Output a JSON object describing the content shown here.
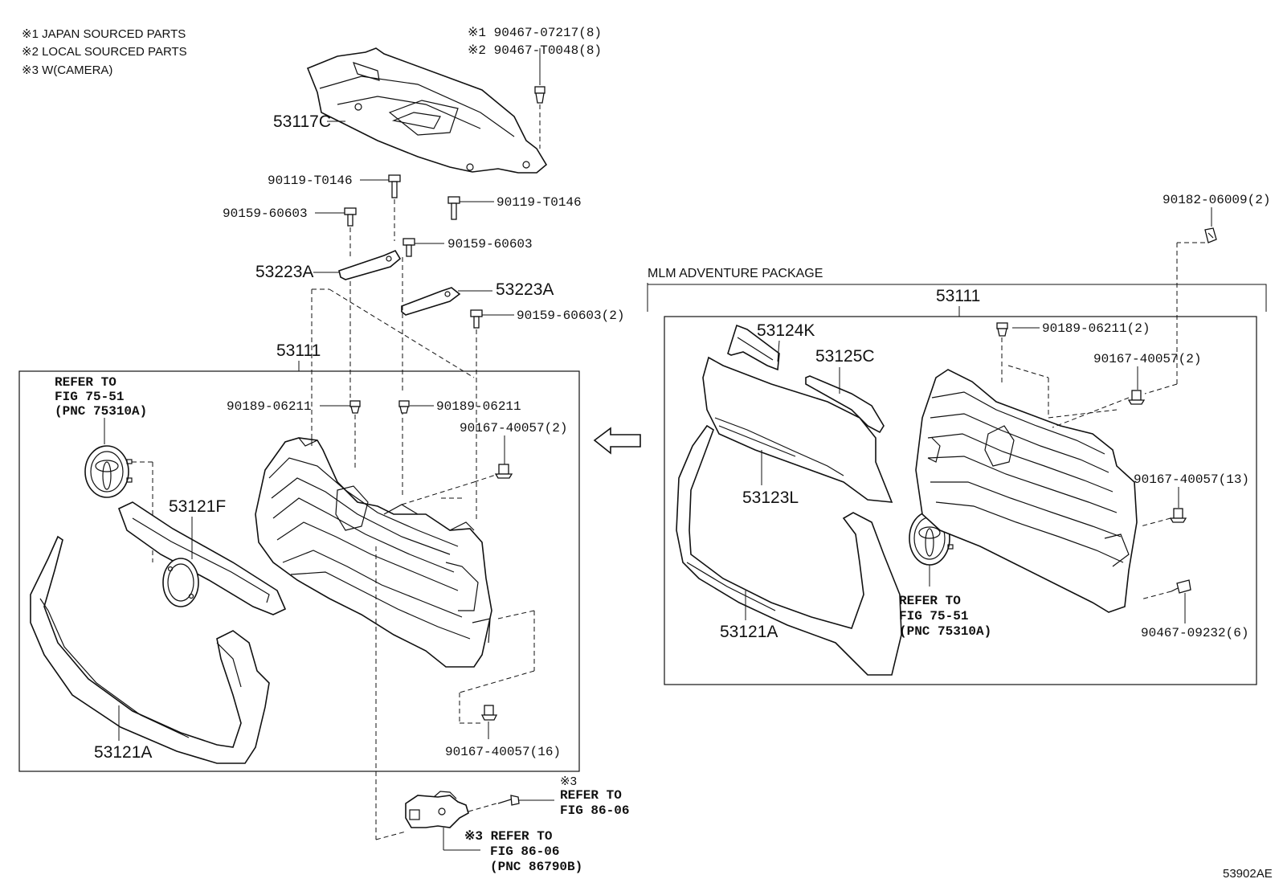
{
  "notes": [
    "※1 JAPAN SOURCED PARTS",
    "※2 LOCAL SOURCED PARTS",
    "※3 W(CAMERA)"
  ],
  "top_fasteners": [
    "※1 90467-07217(8)",
    "※2 90467-T0048(8)"
  ],
  "parts": {
    "p53117c": "53117C",
    "p90119_a": "90119-T0146",
    "p90119_b": "90119-T0146",
    "p90159_a": "90159-60603",
    "p90159_b": "90159-60603",
    "p90159_c": "90159-60603(2)",
    "p53223a_a": "53223A",
    "p53223a_b": "53223A",
    "p53111_left": "53111",
    "p90189_a": "90189-06211",
    "p90189_b": "90189-06211",
    "p90167_a": "90167-40057(2)",
    "p53121f": "53121F",
    "p53121a_left": "53121A",
    "p90167_16": "90167-40057(16)",
    "pkg_label": "MLM ADVENTURE PACKAGE",
    "p53111_right": "53111",
    "p90182": "90182-06009(2)",
    "p53124k": "53124K",
    "p53125c": "53125C",
    "p90189_r": "90189-06211(2)",
    "p90167_r2": "90167-40057(2)",
    "p53123l": "53123L",
    "p90167_13": "90167-40057(13)",
    "p53121a_right": "53121A",
    "p90467_r": "90467-09232(6)",
    "catalog_id": "53902AE"
  },
  "refs": {
    "left_emblem": [
      "REFER TO",
      "FIG 75-51",
      "(PNC 75310A)"
    ],
    "right_emblem": [
      "REFER TO",
      "FIG 75-51",
      "(PNC 75310A)"
    ],
    "camera_bolt_mark": "※3",
    "camera_bolt": [
      "REFER TO",
      "FIG 86-06"
    ],
    "camera": [
      "※3 REFER TO",
      "FIG 86-06",
      "(PNC 86790B)"
    ]
  }
}
